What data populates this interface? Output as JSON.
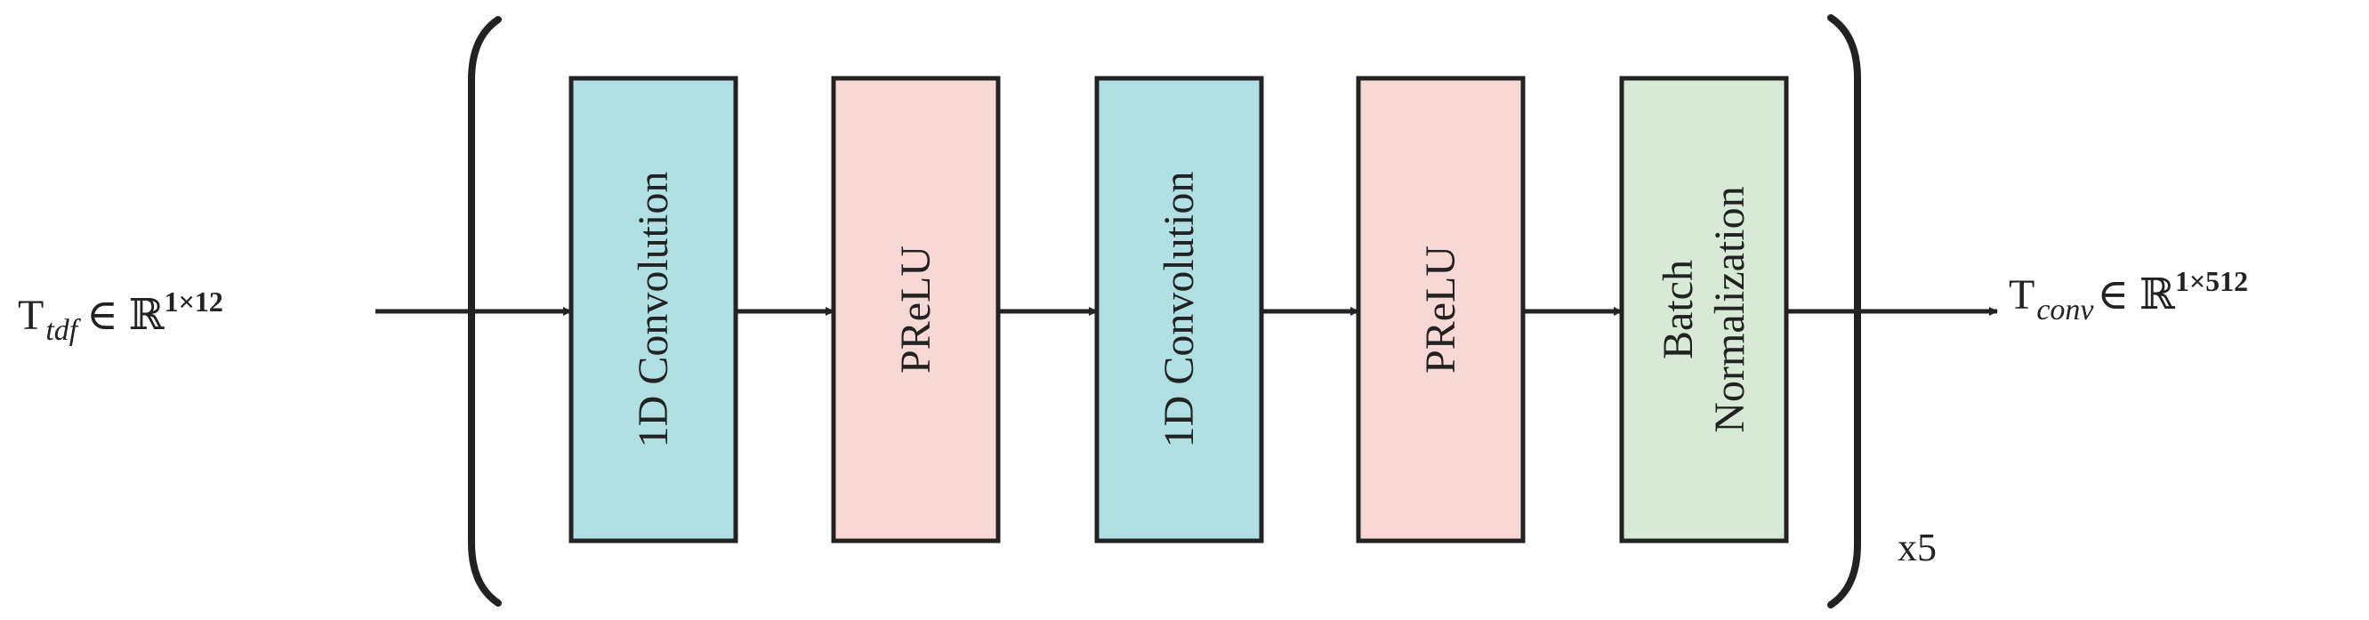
{
  "colors": {
    "ink": "#222222",
    "convolution_fill": "#b1e0e4",
    "prelu_fill": "#f8d8d4",
    "batchnorm_fill": "#d6ead5"
  },
  "input": {
    "symbol": "T",
    "subscript": "tdf",
    "set_symbol": "∈ ℝ",
    "superscript": "1×12"
  },
  "output": {
    "symbol": "T",
    "subscript": "conv",
    "set_symbol": "∈ ℝ",
    "superscript": "1×512"
  },
  "blocks": [
    {
      "lines": [
        "1D Convolution"
      ],
      "fill_key": "convolution_fill"
    },
    {
      "lines": [
        "PReLU"
      ],
      "fill_key": "prelu_fill"
    },
    {
      "lines": [
        "1D Convolution"
      ],
      "fill_key": "convolution_fill"
    },
    {
      "lines": [
        "PReLU"
      ],
      "fill_key": "prelu_fill"
    },
    {
      "lines": [
        "Batch",
        "Normalization"
      ],
      "fill_key": "batchnorm_fill"
    }
  ],
  "repeat_label": "x5"
}
